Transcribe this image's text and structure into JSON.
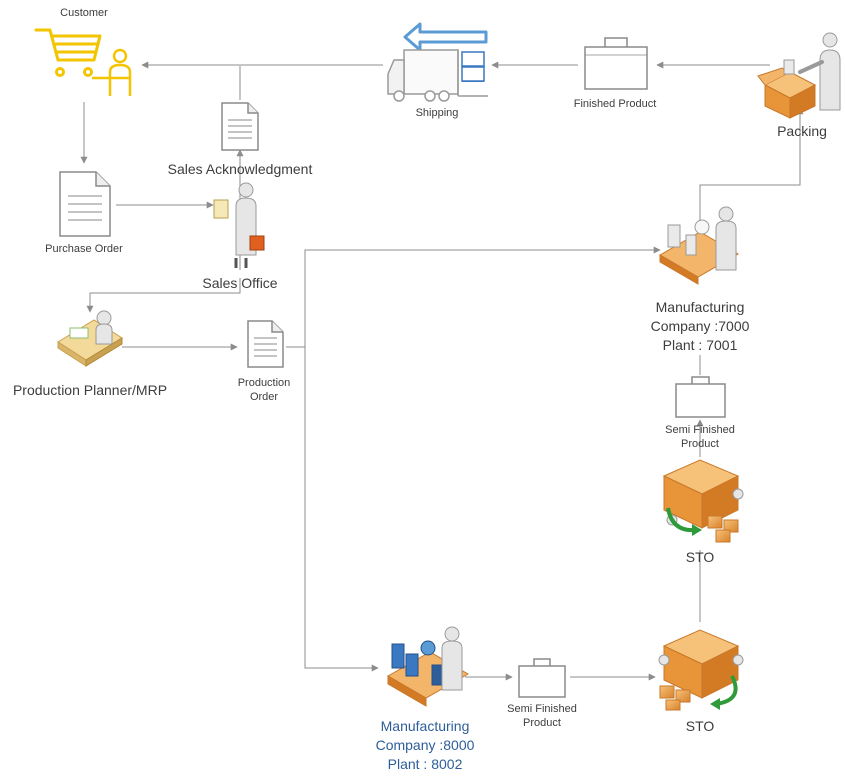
{
  "nodes": {
    "customer": {
      "label": "Customer"
    },
    "shipping": {
      "label": "Shipping"
    },
    "finished_product": {
      "label": "Finished Product"
    },
    "packing": {
      "label": "Packing"
    },
    "sales_ack": {
      "label": "Sales Acknowledgment"
    },
    "purchase_order": {
      "label": "Purchase Order"
    },
    "sales_office": {
      "label": "Sales Office"
    },
    "planner": {
      "label": "Production Planner/MRP"
    },
    "production_order": {
      "line1": "Production",
      "line2": "Order"
    },
    "mfg_7000": {
      "line1": "Manufacturing",
      "line2": "Company :7000",
      "line3": "Plant : 7001"
    },
    "semi_finished_top": {
      "line1": "Semi Finished",
      "line2": "Product"
    },
    "sto_top": {
      "label": "STO"
    },
    "sto_bottom": {
      "label": "STO"
    },
    "mfg_8000": {
      "line1": "Manufacturing",
      "line2": "Company :8000",
      "line3": "Plant : 8002"
    },
    "semi_finished_bottom": {
      "line1": "Semi Finished",
      "line2": "Product"
    }
  },
  "colors": {
    "connector": "#8c8c8c",
    "customer_icon": "#f2c500",
    "shipping_arrow": "#5b9bd5",
    "shipping_box": "#3a78c2",
    "person": "#e6e6e6",
    "crate": "#f0a340",
    "sto_arrow": "#2e9a3a",
    "label_blue": "#2e5e9a"
  },
  "icons": [
    "cart-icon",
    "person-icon",
    "truck-icon",
    "briefcase-icon",
    "box-icon",
    "document-icon",
    "clipboard-icon",
    "desk-icon",
    "conveyor-icon",
    "crate-icon"
  ]
}
